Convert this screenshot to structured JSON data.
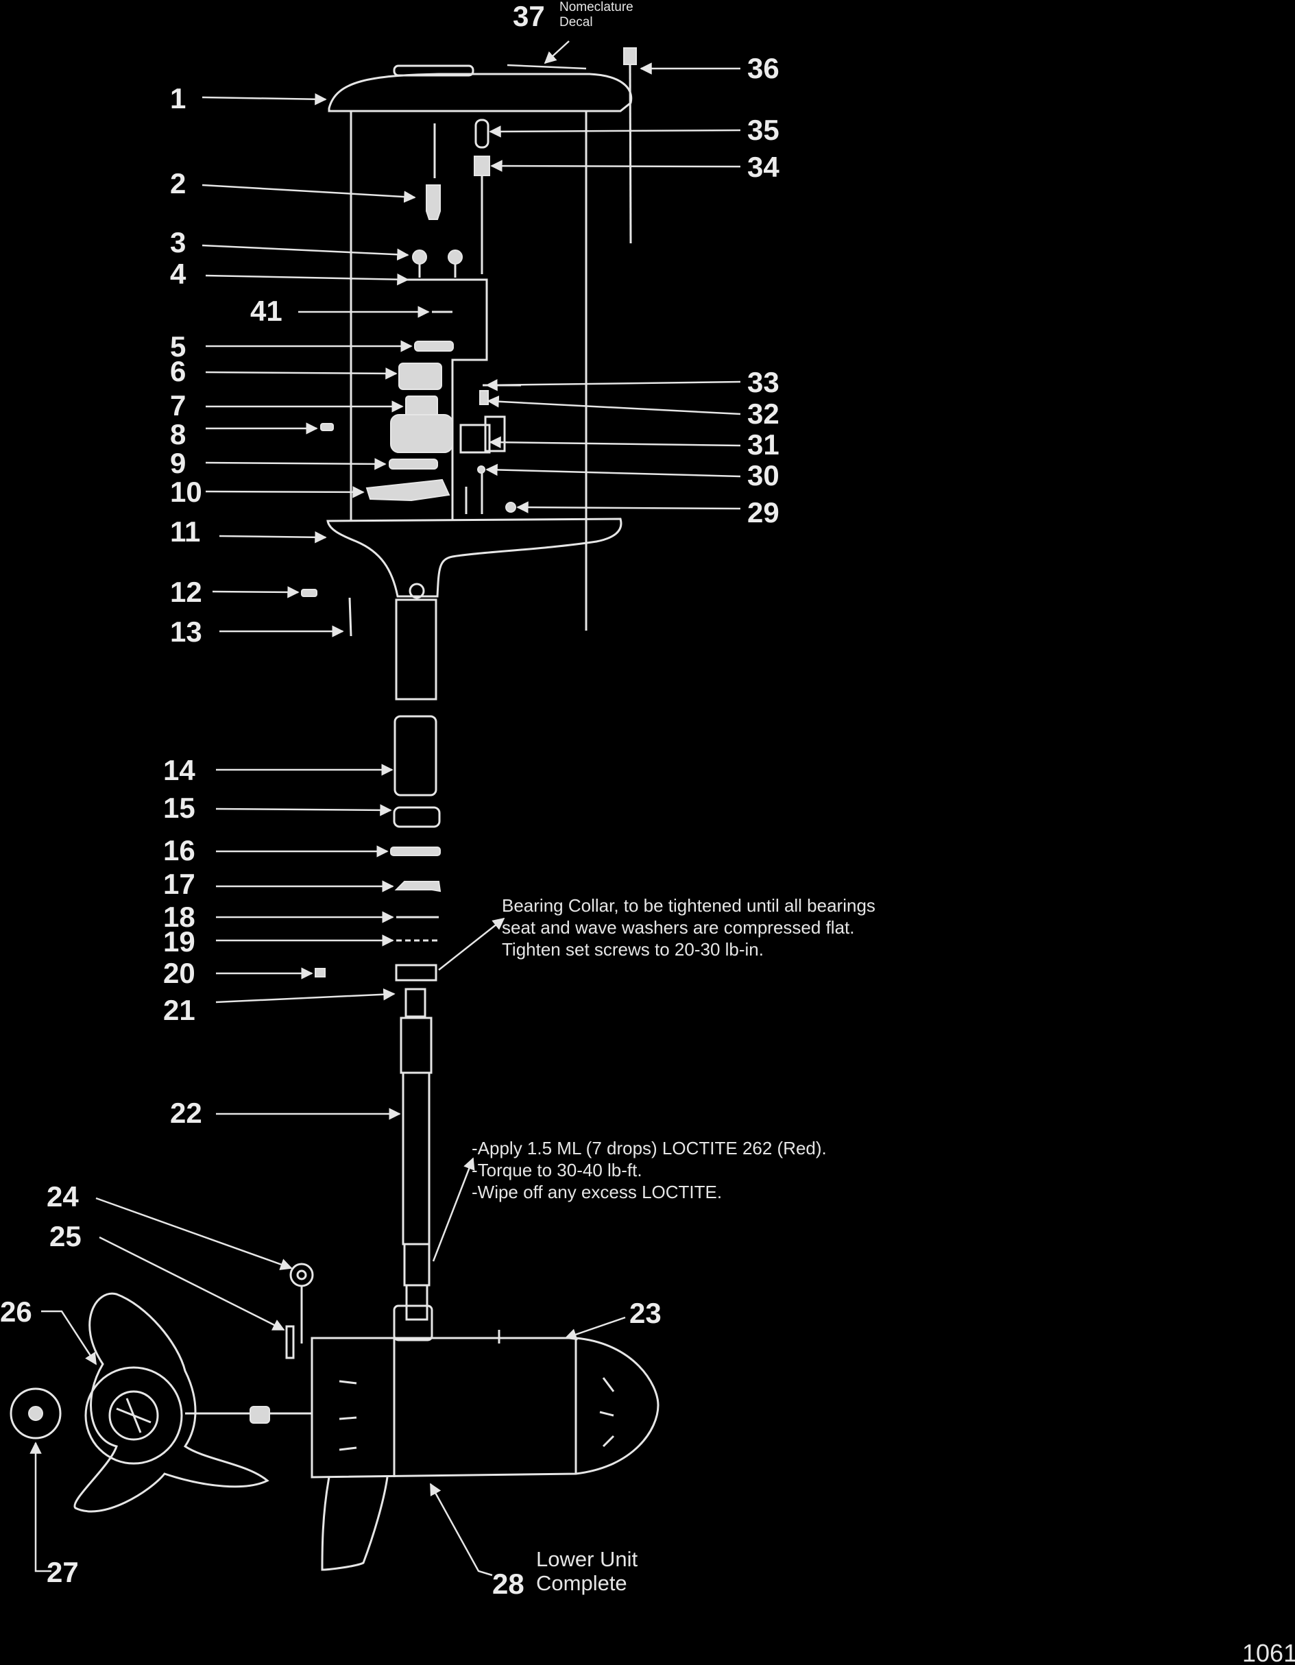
{
  "callouts": [
    "1",
    "2",
    "3",
    "4",
    "41",
    "5",
    "6",
    "7",
    "8",
    "9",
    "10",
    "11",
    "12",
    "13",
    "14",
    "15",
    "16",
    "17",
    "18",
    "19",
    "20",
    "21",
    "22",
    "24",
    "25",
    "26",
    "27",
    "36",
    "35",
    "34",
    "33",
    "32",
    "31",
    "30",
    "29",
    "23",
    "28",
    "37"
  ],
  "labels": {
    "nomenclature": "Nomeclature",
    "decal": "Decal",
    "lower_unit": "Lower Unit",
    "complete": "Complete"
  },
  "notes": {
    "bearing_collar": [
      "Bearing Collar,  to be tightened until all bearings",
      "seat and wave washers are compressed flat.",
      "Tighten set screws to 20-30 lb-in."
    ],
    "loctite": [
      "-Apply 1.5 ML (7 drops) LOCTITE 262 (Red).",
      "-Torque to 30-40 lb-ft.",
      "-Wipe off any excess LOCTITE."
    ]
  },
  "page_number": "1061"
}
